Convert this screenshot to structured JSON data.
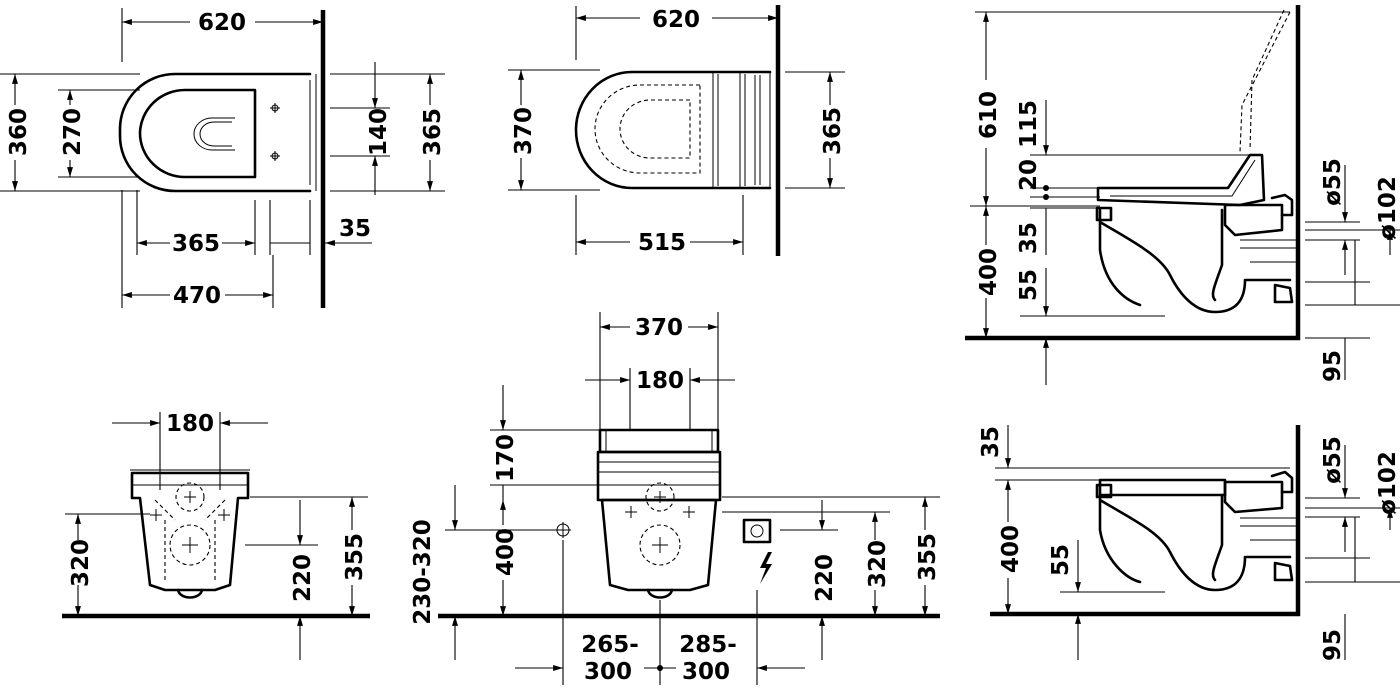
{
  "dimensions": {
    "top_left": {
      "w620": "620",
      "h360": "360",
      "h270": "270",
      "h140": "140",
      "h365": "365",
      "w365": "365",
      "w35": "35",
      "w470": "470"
    },
    "top_middle": {
      "w620": "620",
      "h370": "370",
      "h365": "365",
      "w515": "515"
    },
    "top_right": {
      "h610": "610",
      "h115": "115",
      "h20": "20",
      "h35": "35",
      "h400": "400",
      "h55": "55",
      "d55": "ø55",
      "d102": "ø102",
      "h95": "95"
    },
    "bottom_left": {
      "w180": "180",
      "h320": "320",
      "h220": "220",
      "h355": "355"
    },
    "bottom_middle": {
      "w370": "370",
      "w180": "180",
      "h170": "170",
      "h230_320": "230-320",
      "h400": "400",
      "h220": "220",
      "h320": "320",
      "h355": "355",
      "w265_300_a": "265-",
      "w265_300_b": "300",
      "w285_300_a": "285-",
      "w285_300_b": "300"
    },
    "bottom_right": {
      "h35": "35",
      "h400": "400",
      "h55": "55",
      "d55": "ø55",
      "d102": "ø102",
      "h95": "95"
    }
  }
}
